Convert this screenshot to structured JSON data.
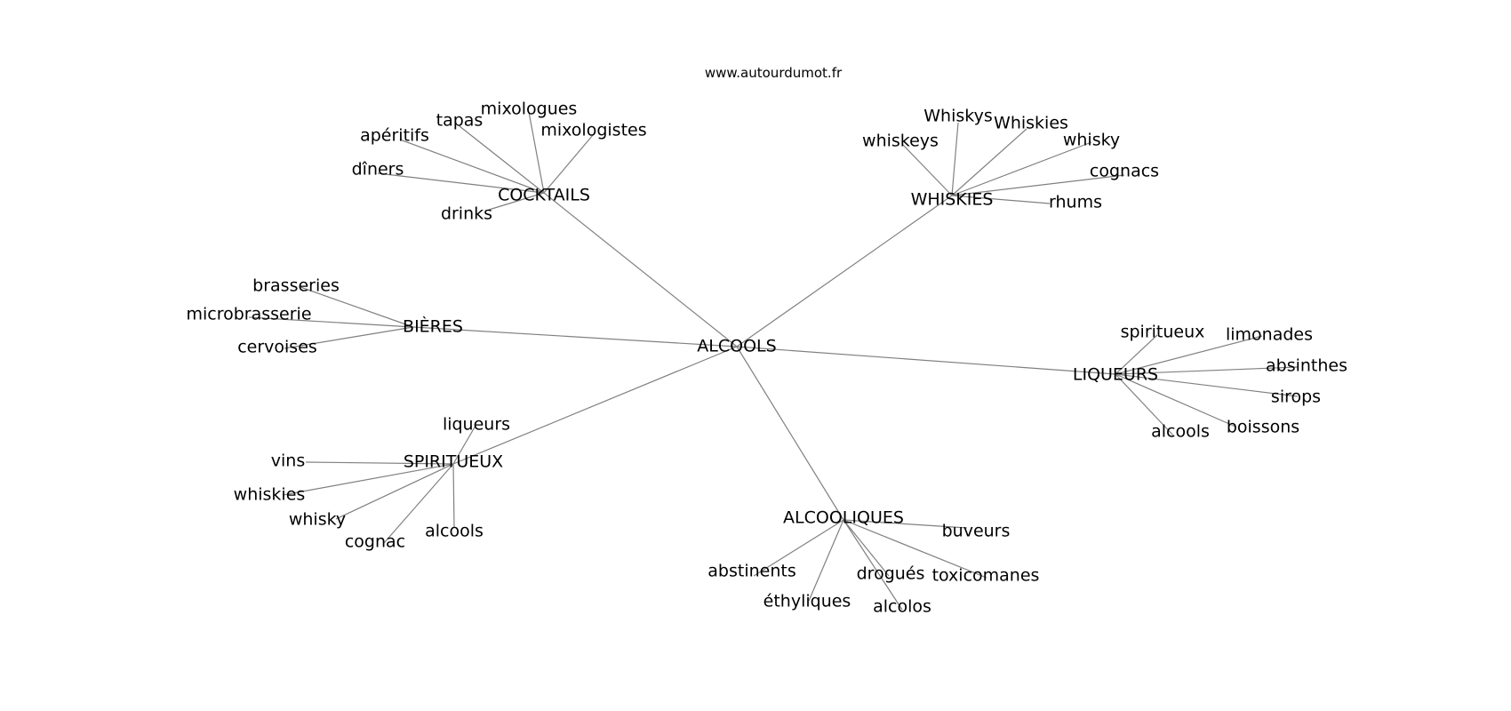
{
  "source": "www.autourdumot.fr",
  "colors": {
    "edge": "#808080",
    "text": "#000000",
    "background": "#ffffff"
  },
  "graph": {
    "center": "ALCOOLS",
    "clusters": [
      {
        "hub": "COCKTAILS",
        "leaves": [
          "mixologues",
          "tapas",
          "mixologistes",
          "apéritifs",
          "dîners",
          "drinks"
        ]
      },
      {
        "hub": "WHISKIES",
        "leaves": [
          "Whiskys",
          "Whiskies",
          "whiskeys",
          "whisky",
          "cognacs",
          "rhums"
        ]
      },
      {
        "hub": "BIÈRES",
        "leaves": [
          "brasseries",
          "microbrasserie",
          "cervoises"
        ]
      },
      {
        "hub": "LIQUEURS",
        "leaves": [
          "spiritueux",
          "limonades",
          "absinthes",
          "sirops",
          "boissons",
          "alcools"
        ]
      },
      {
        "hub": "SPIRITUEUX",
        "leaves": [
          "liqueurs",
          "vins",
          "whiskies",
          "whisky",
          "cognac",
          "alcools"
        ]
      },
      {
        "hub": "ALCOOLIQUES",
        "leaves": [
          "buveurs",
          "abstinents",
          "drogués",
          "toxicomanes",
          "éthyliques",
          "alcolos"
        ]
      }
    ]
  }
}
